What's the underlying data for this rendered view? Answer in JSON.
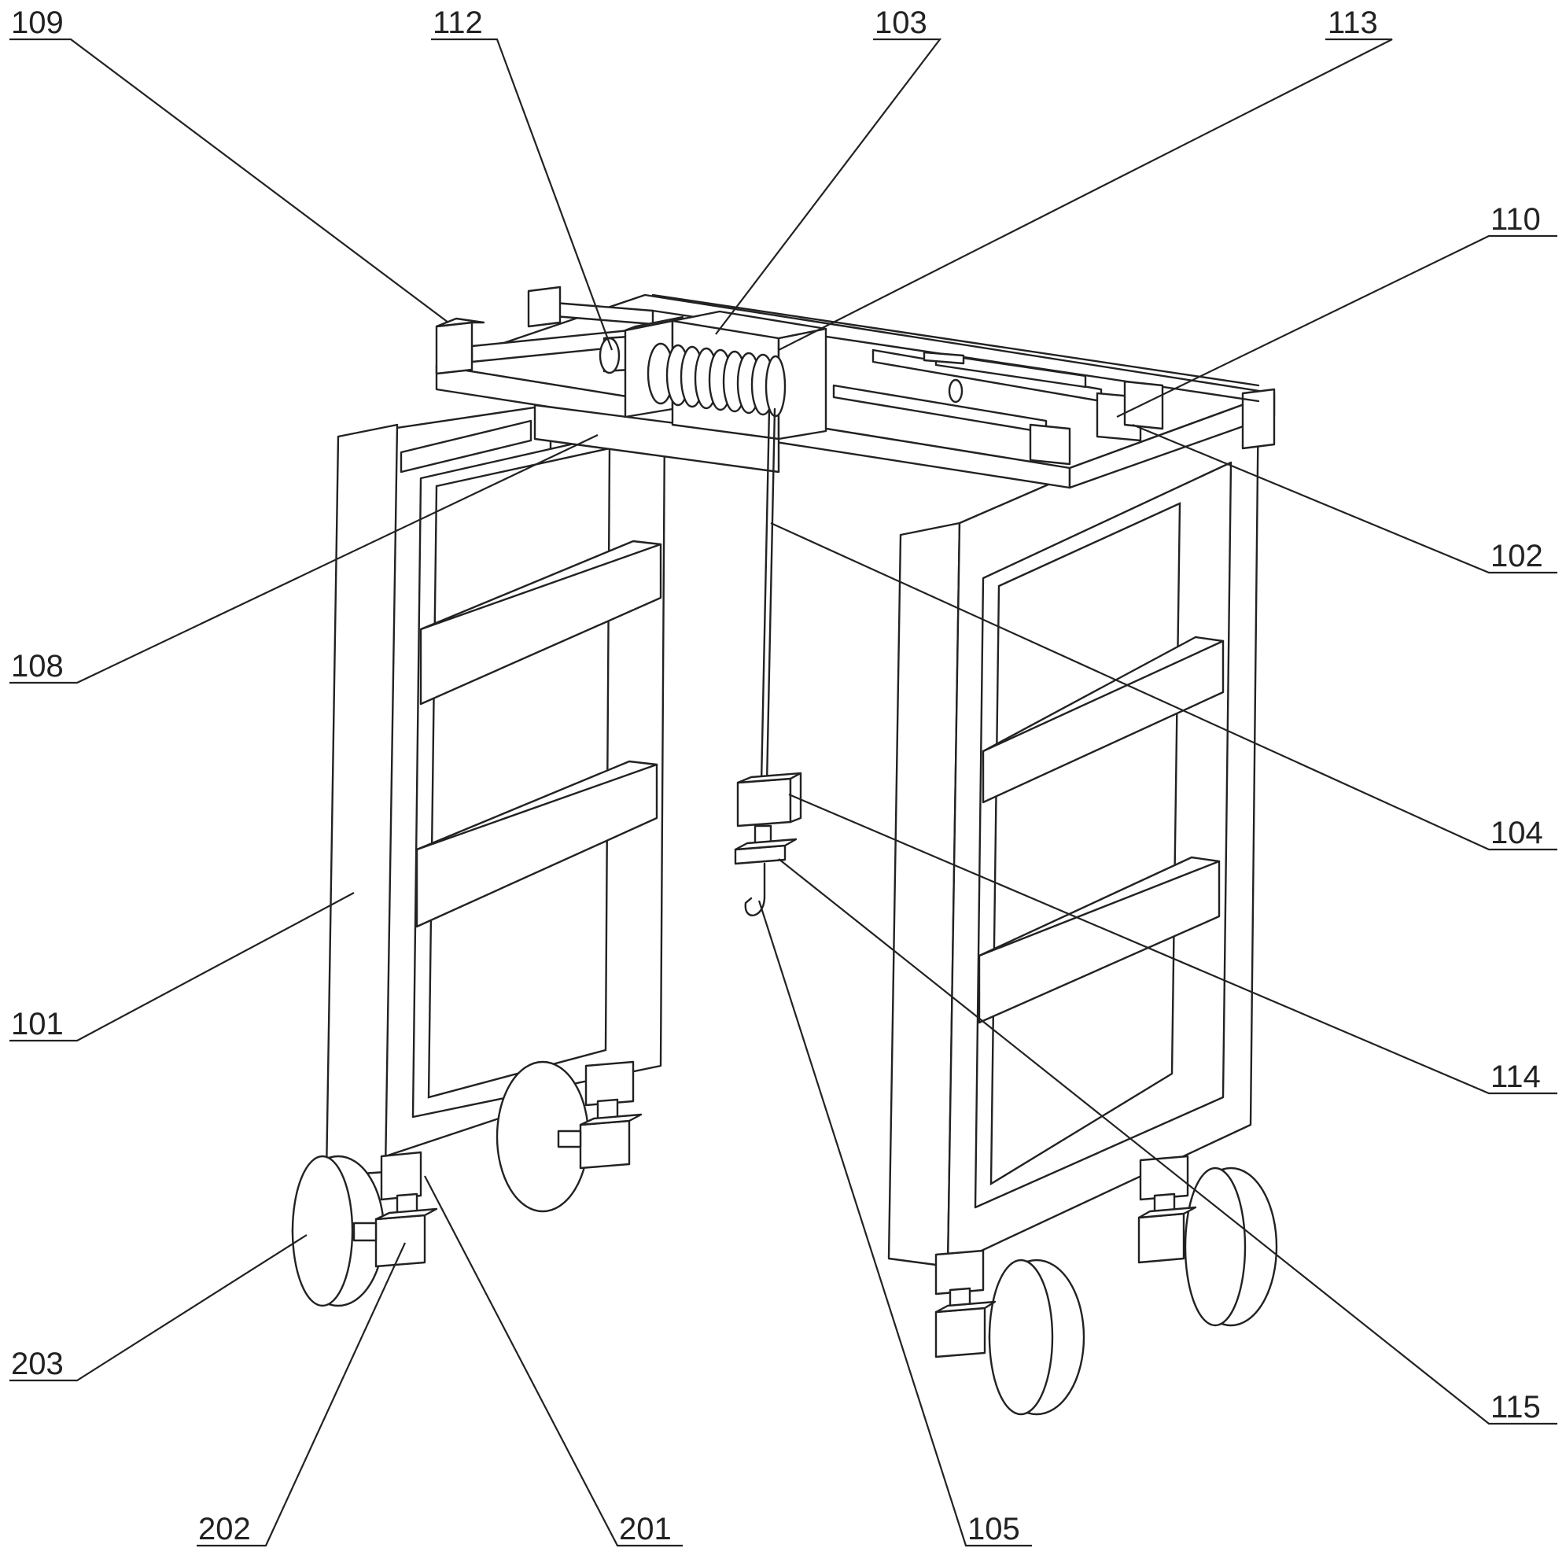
{
  "labels": {
    "l109": "109",
    "l112": "112",
    "l103": "103",
    "l113": "113",
    "l110": "110",
    "l102": "102",
    "l108": "108",
    "l104": "104",
    "l101": "101",
    "l114": "114",
    "l203": "203",
    "l115": "115",
    "l202": "202",
    "l201": "201",
    "l105": "105"
  },
  "colors": {
    "ink": "#222222",
    "paper": "#ffffff"
  }
}
